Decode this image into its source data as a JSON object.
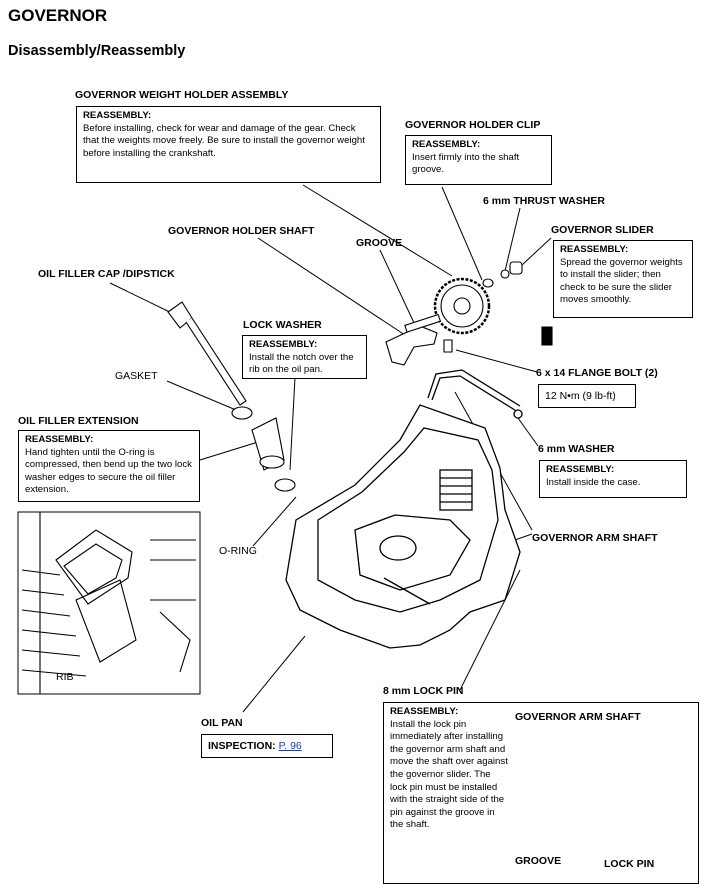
{
  "page": {
    "title": "GOVERNOR",
    "subtitle": "Disassembly/Reassembly"
  },
  "labels": {
    "weight_holder_assembly": "GOVERNOR WEIGHT HOLDER ASSEMBLY",
    "holder_clip": "GOVERNOR HOLDER CLIP",
    "thrust_washer": "6 mm THRUST WASHER",
    "governor_slider": "GOVERNOR SLIDER",
    "holder_shaft": "GOVERNOR HOLDER SHAFT",
    "groove": "GROOVE",
    "oil_filler_cap": "OIL FILLER CAP /DIPSTICK",
    "lock_washer": "LOCK WASHER",
    "gasket": "GASKET",
    "flange_bolt": "6 x 14 FLANGE BOLT (2)",
    "oil_filler_extension": "OIL FILLER EXTENSION",
    "washer_6mm": "6 mm WASHER",
    "o_ring": "O-RING",
    "governor_arm_shaft": "GOVERNOR ARM SHAFT",
    "rib": "RIB",
    "lock_pin_8mm": "8 mm LOCK PIN",
    "oil_pan": "OIL PAN"
  },
  "notes": {
    "weight_holder": {
      "heading": "REASSEMBLY:",
      "text": "Before installing, check for wear and damage of the gear. Check that the weights move freely. Be sure to install the governor weight before installing the crankshaft."
    },
    "holder_clip": {
      "heading": "REASSEMBLY:",
      "text": "Insert firmly into the shaft groove."
    },
    "governor_slider": {
      "heading": "REASSEMBLY:",
      "text": "Spread the governor weights to install the slider; then check to be sure the slider moves smoothly."
    },
    "lock_washer": {
      "heading": "REASSEMBLY:",
      "text": "Install the notch over the rib on the oil pan."
    },
    "flange_bolt_torque": "12 N•m (9 lb-ft)",
    "washer_6mm": {
      "heading": "REASSEMBLY:",
      "text": "Install inside the case."
    },
    "oil_filler_extension": {
      "heading": "REASSEMBLY:",
      "text": "Hand tighten until the O-ring is compressed, then bend up the two lock washer edges to secure the oil filler extension."
    },
    "oil_pan_inspection": {
      "heading": "INSPECTION:",
      "link": "P. 96"
    },
    "lock_pin": {
      "heading": "REASSEMBLY:",
      "text": "Install the lock pin immediately after installing the governor arm shaft and move the shaft over against the governor slider. The lock pin must be installed with the straight side of the pin against the groove in the shaft."
    },
    "lock_pin_detail": {
      "arm_shaft": "GOVERNOR ARM SHAFT",
      "groove": "GROOVE",
      "lock_pin": "LOCK PIN"
    }
  }
}
